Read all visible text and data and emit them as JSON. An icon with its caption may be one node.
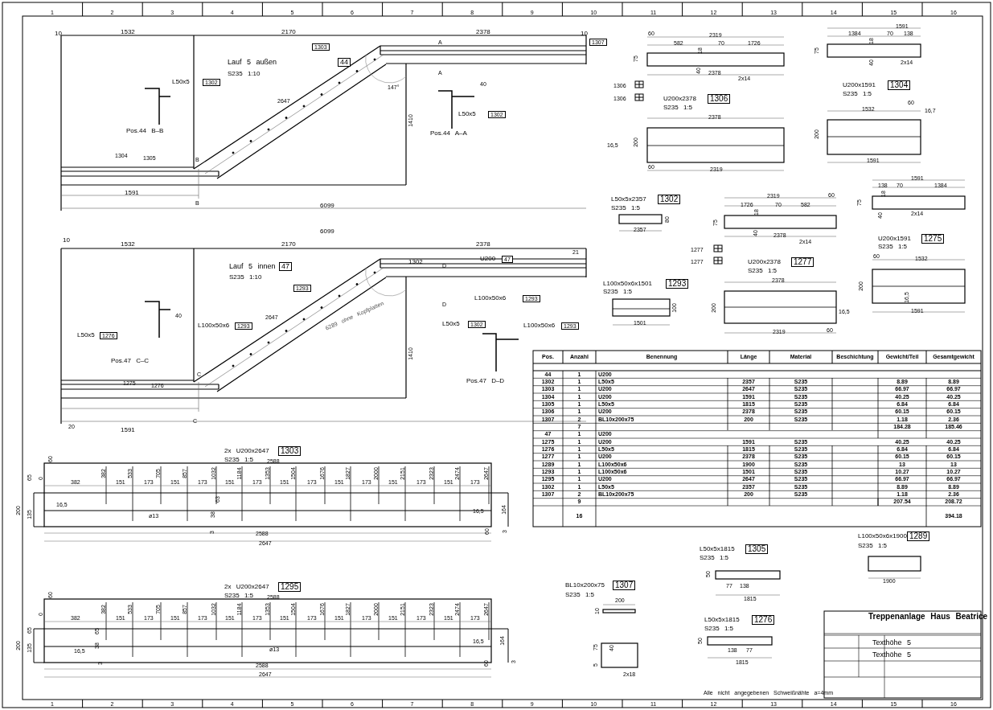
{
  "diagram": {
    "labels": [
      "10",
      "1532",
      "2170",
      "2378",
      "10",
      "1307",
      "1303",
      "A",
      "Lauf 5 außen",
      "44",
      "S235 1:10",
      "L50x5",
      "1302",
      "A",
      "147°",
      "40",
      "2647",
      "L50x5",
      "1302",
      "1410",
      "Pos.44 B–B",
      "Pos.44 A–A",
      "1304",
      "1305",
      "B",
      "1591",
      "B",
      "6099",
      "6099",
      "10",
      "1532",
      "2170",
      "2378",
      "21",
      "1302",
      "D",
      "U200",
      "47",
      "Lauf 5 innen",
      "47",
      "S235 1:10",
      "1293",
      "L100x50x6",
      "1293",
      "D",
      "40",
      "L100x50x6",
      "1293",
      "2647",
      "6289 ohne Kopfplatten",
      "L50x5",
      "1302",
      "L100x50x6",
      "1293",
      "L50x5",
      "1276",
      "1410",
      "Pos.47 C–C",
      "Pos.47 D–D",
      "C",
      "1275",
      "1276",
      "C",
      "20",
      "1591",
      "60",
      "2319",
      "582",
      "70",
      "1726",
      "18",
      "75",
      "40",
      "2378",
      "2x14",
      "1306",
      "1306",
      "U200x2378",
      "1306",
      "S235 1:5",
      "2378",
      "16,5",
      "200",
      "60",
      "2319",
      "1591",
      "1384",
      "70",
      "138",
      "18",
      "75",
      "40",
      "2x14",
      "U200x1591",
      "1304",
      "S235 1:5",
      "60",
      "1532",
      "16,7",
      "200",
      "1591",
      "L50x5x2357",
      "1302",
      "S235 1:5",
      "80",
      "2357",
      "2319",
      "60",
      "1726",
      "70",
      "582",
      "18",
      "75",
      "40",
      "2378",
      "2x14",
      "1277",
      "1277",
      "U200x2378",
      "1277",
      "S235 1:5",
      "2378",
      "L100x50x6x1501",
      "1293",
      "S235 1:5",
      "100",
      "1501",
      "200",
      "16,5",
      "60",
      "2319",
      "1591",
      "138",
      "70",
      "1384",
      "18",
      "75",
      "40",
      "2x14",
      "U200x1591",
      "1275",
      "S235 1:5",
      "60",
      "1532",
      "200",
      "16,5",
      "1591",
      "2x U200x2647",
      "1303",
      "S235 1:5",
      "2588",
      "60",
      "0",
      "382",
      "151",
      "173",
      "151",
      "173",
      "151",
      "173",
      "151",
      "173",
      "151",
      "173",
      "151",
      "173",
      "151",
      "173",
      "382",
      "533",
      "705",
      "857",
      "1032",
      "1184",
      "1353",
      "1504",
      "1676",
      "1827",
      "2000",
      "2151",
      "2323",
      "2474",
      "2647",
      "65",
      "200",
      "135",
      "16,5",
      "63",
      "38",
      "ø13",
      "16,5",
      "164",
      "3",
      "2588",
      "60",
      "3",
      "2647",
      "2x U200x2647",
      "1295",
      "S235 1:5",
      "2588",
      "60",
      "0",
      "382",
      "151",
      "173",
      "151",
      "173",
      "151",
      "173",
      "151",
      "173",
      "151",
      "173",
      "151",
      "173",
      "151",
      "173",
      "382",
      "533",
      "705",
      "857",
      "1032",
      "1184",
      "1353",
      "1504",
      "1676",
      "1827",
      "2000",
      "2151",
      "2323",
      "2474",
      "2647",
      "65",
      "200",
      "135",
      "16,5",
      "65",
      "38",
      "ø13",
      "16,5",
      "164",
      "3",
      "2588",
      "60",
      "3",
      "2647",
      "L100x50x6x1900",
      "1289",
      "S235 1:5",
      "1900",
      "L50x5x1815",
      "1305",
      "S235 1:5",
      "50",
      "77",
      "138",
      "1815",
      "BL10x200x75",
      "1307",
      "S235 1:5",
      "200",
      "10",
      "L50x5x1815",
      "1276",
      "S235 1:5",
      "50",
      "138",
      "77",
      "1815",
      "75",
      "40",
      "5",
      "2x18",
      "Alle nicht angegebenen Schweißnähte a=4mm",
      "Pos.",
      "Anzahl",
      "Benennung",
      "Länge",
      "Material",
      "Beschichtung",
      "Gewicht/Teil",
      "Gesamtgewicht",
      "44",
      "1",
      "U200",
      "1302",
      "1",
      "L50x5",
      "2357",
      "S235",
      "8.89",
      "8.89",
      "1303",
      "1",
      "U200",
      "2647",
      "S235",
      "66.97",
      "66.97",
      "1304",
      "1",
      "U200",
      "1591",
      "S235",
      "40.25",
      "40.25",
      "1305",
      "1",
      "L50x5",
      "1815",
      "S235",
      "6.84",
      "6.84",
      "1306",
      "1",
      "U200",
      "2378",
      "S235",
      "60.15",
      "60.15",
      "1307",
      "2",
      "BL10x200x75",
      "200",
      "S235",
      "1.18",
      "2.36",
      "7",
      "184.28",
      "185.46",
      "47",
      "1",
      "U200",
      "1275",
      "1",
      "U200",
      "1591",
      "S235",
      "40.25",
      "40.25",
      "1276",
      "1",
      "L50x5",
      "1815",
      "S235",
      "6.84",
      "6.84",
      "1277",
      "1",
      "U200",
      "2378",
      "S235",
      "60.15",
      "60.15",
      "1289",
      "1",
      "L100x50x6",
      "1900",
      "S235",
      "13",
      "13",
      "1293",
      "1",
      "L100x50x6",
      "1501",
      "S235",
      "10.27",
      "10.27",
      "1295",
      "1",
      "U200",
      "2647",
      "S235",
      "66.97",
      "66.97",
      "1302",
      "1",
      "L50x5",
      "2357",
      "S235",
      "8.89",
      "8.89",
      "1307",
      "2",
      "BL10x200x75",
      "200",
      "S235",
      "1.18",
      "2.36",
      "9",
      "207.54",
      "208.72",
      "16",
      "394.18",
      "Treppenanlage Haus Beatrice",
      "Texthöhe 5",
      "Texthöhe 5",
      "1",
      "2",
      "3",
      "4",
      "5",
      "6",
      "7",
      "8",
      "9",
      "10",
      "11",
      "12",
      "13",
      "14",
      "15",
      "16",
      "1",
      "2",
      "3",
      "4",
      "5",
      "6",
      "7",
      "8",
      "9",
      "10",
      "11",
      "12",
      "13",
      "14",
      "15",
      "16"
    ]
  }
}
